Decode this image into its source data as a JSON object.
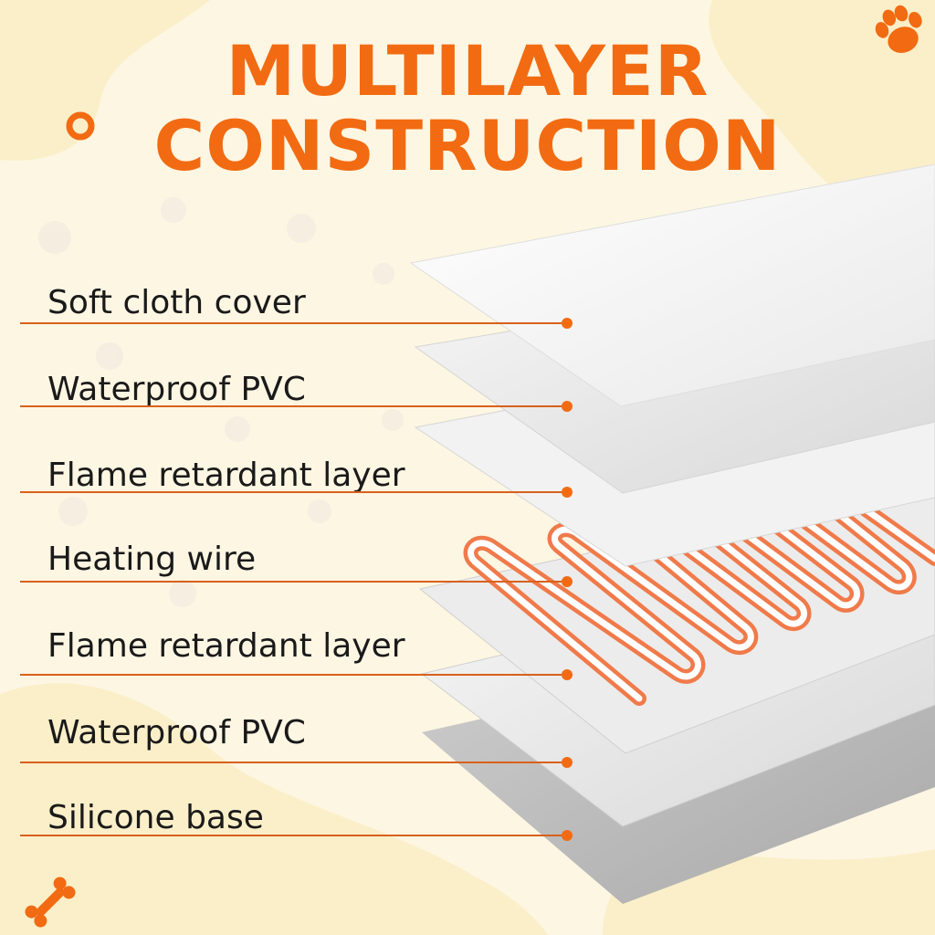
{
  "title": {
    "line1": "MULTILAYER",
    "line2": "CONSTRUCTION"
  },
  "colors": {
    "accent": "#f26b12",
    "leader": "#d8611c",
    "background": "#fdf6e3",
    "blob": "#fbefc9",
    "wire": "#f07a4a"
  },
  "icons": [
    "paw-icon",
    "bone-icon"
  ],
  "layers": [
    {
      "label": "Soft cloth cover"
    },
    {
      "label": "Waterproof PVC"
    },
    {
      "label": "Flame retardant layer"
    },
    {
      "label": "Heating wire"
    },
    {
      "label": "Flame retardant layer"
    },
    {
      "label": "Waterproof PVC"
    },
    {
      "label": "Silicone base"
    }
  ]
}
